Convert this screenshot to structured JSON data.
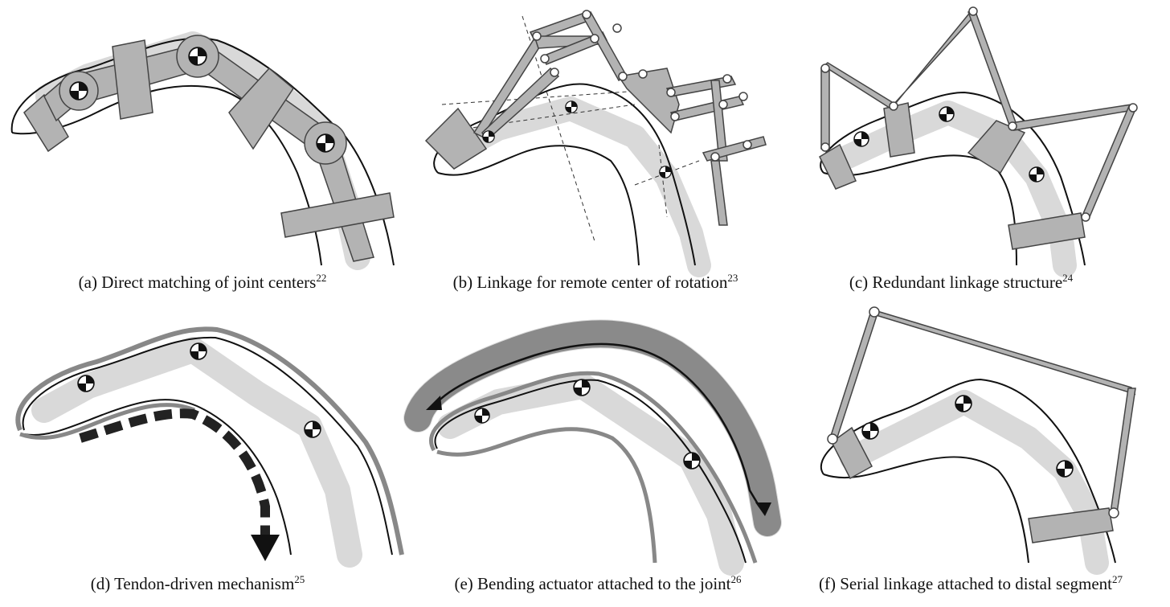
{
  "panels": [
    {
      "label": "(a) Direct matching of joint centers",
      "ref": "22"
    },
    {
      "label": "(b) Linkage for remote center of rotation",
      "ref": "23"
    },
    {
      "label": "(c) Redundant linkage structure",
      "ref": "24"
    },
    {
      "label": "(d) Tendon-driven mechanism",
      "ref": "25"
    },
    {
      "label": "(e) Bending actuator attached to the joint",
      "ref": "26"
    },
    {
      "label": "(f) Serial linkage attached to distal segment",
      "ref": "27"
    }
  ],
  "colors": {
    "outline": "#111111",
    "bone": "#d9d9d9",
    "link": "#b3b3b3",
    "link_stroke": "#444444",
    "glove": "#888888",
    "actuator": "#9a9a9a"
  }
}
